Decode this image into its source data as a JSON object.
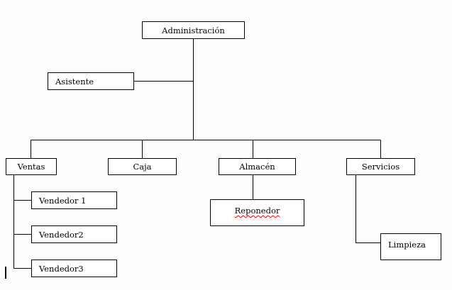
{
  "org_chart": {
    "root": {
      "label": "Administración"
    },
    "assistant": {
      "label": "Asistente"
    },
    "departments": [
      {
        "label": "Ventas",
        "children": [
          {
            "label": "Vendedor 1"
          },
          {
            "label": "Vendedor2"
          },
          {
            "label": "Vendedor3"
          }
        ]
      },
      {
        "label": "Caja",
        "children": []
      },
      {
        "label": "Almacén",
        "children": [
          {
            "label": "Reponedor"
          }
        ]
      },
      {
        "label": "Servicios",
        "children": [
          {
            "label": "Limpieza"
          }
        ]
      }
    ]
  },
  "colors": {
    "line": "#000000",
    "box_border": "#000000",
    "box_fill": "#ffffff",
    "spellcheck_underline": "#ff0000"
  }
}
